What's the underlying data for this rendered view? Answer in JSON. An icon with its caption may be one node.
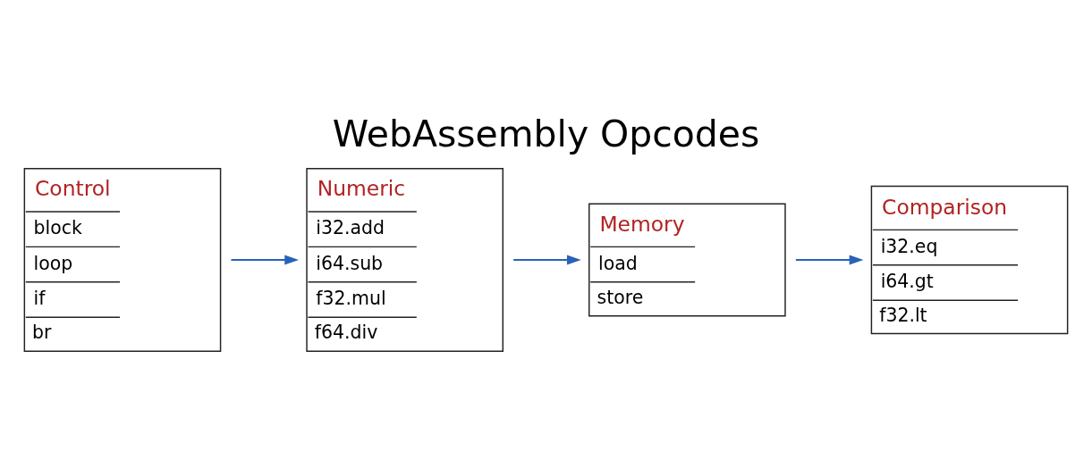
{
  "diagram": {
    "title": "WebAssembly Opcodes",
    "nodes": [
      {
        "text": [
          "Control",
          "block",
          "loop",
          "if",
          "br"
        ]
      },
      {
        "text": [
          "Numeric",
          "i32.add",
          "i64.sub",
          "f32.mul",
          "f64.div"
        ]
      },
      {
        "text": [
          "Memory",
          "load",
          "store"
        ]
      },
      {
        "text": [
          "Comparison",
          "i32.eq",
          "i64.gt",
          "f32.lt"
        ]
      }
    ],
    "edges": [
      {
        "from": 0,
        "to": 1,
        "arrow": "to"
      },
      {
        "from": 1,
        "to": 2,
        "arrow": "to"
      },
      {
        "from": 2,
        "to": 3,
        "arrow": "to"
      }
    ]
  }
}
